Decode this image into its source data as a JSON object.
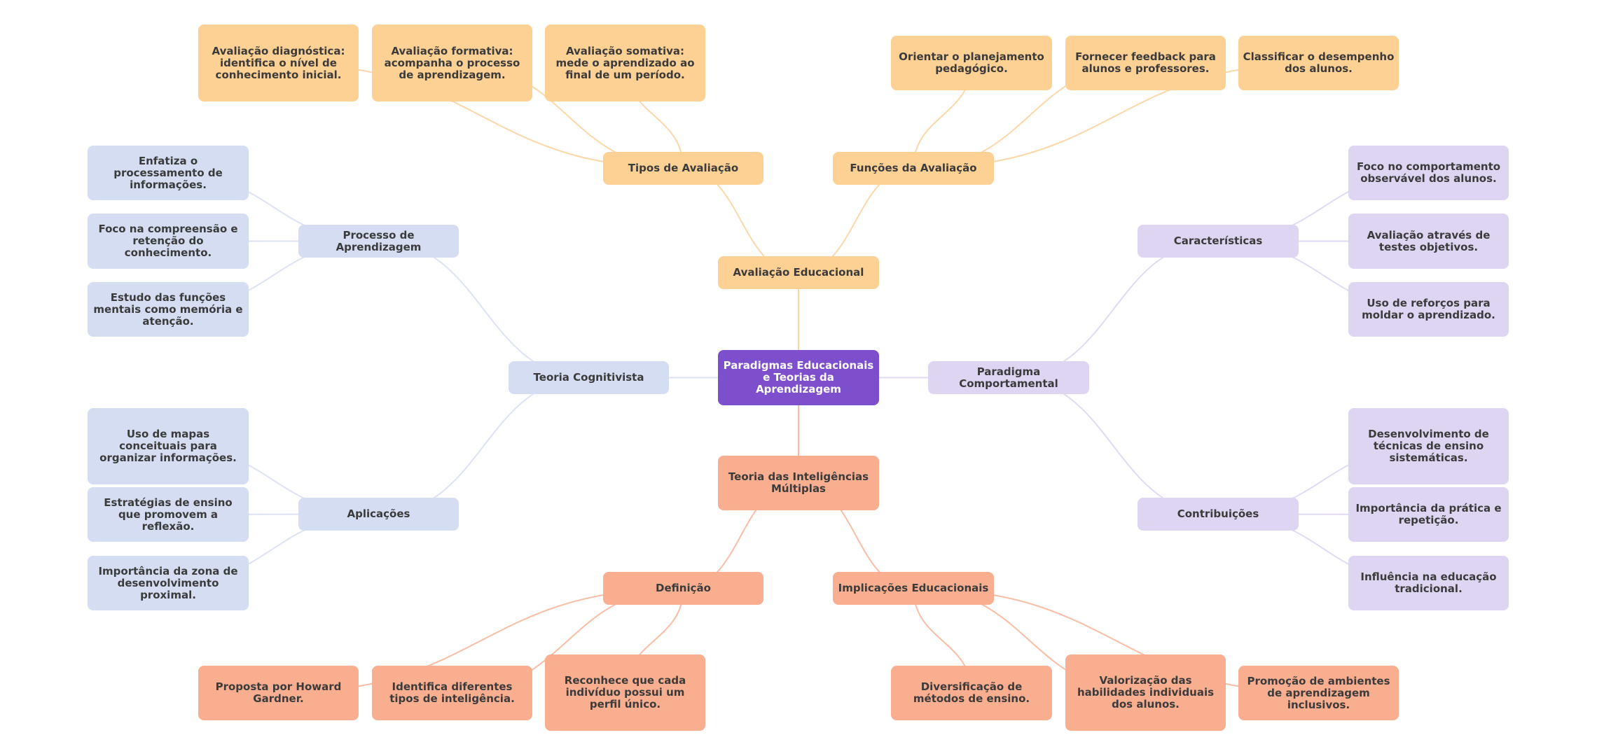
{
  "colors": {
    "root": "#7E4FCC",
    "orange": "#FDD094",
    "orange_edge": "#FCD7A8",
    "blue": "#D5DDF2",
    "blue_edge": "#DDE3F4",
    "purple": "#DED5F2",
    "purple_edge": "#E2DAF4",
    "salmon": "#F9AE8F",
    "salmon_edge": "#F9BDA3"
  },
  "root": {
    "label": "Paradigmas Educacionais e Teorias da Aprendizagem"
  },
  "branches": {
    "avaliacao": {
      "label": "Avaliação Educacional",
      "tipos": {
        "label": "Tipos de Avaliação",
        "leaves": [
          "Avaliação diagnóstica: identifica o nível de conhecimento inicial.",
          "Avaliação formativa: acompanha o processo de aprendizagem.",
          "Avaliação somativa: mede o aprendizado ao final de um período."
        ]
      },
      "funcoes": {
        "label": "Funções da Avaliação",
        "leaves": [
          "Orientar o planejamento pedagógico.",
          "Fornecer feedback para alunos e professores.",
          "Classificar o desempenho dos alunos."
        ]
      }
    },
    "cognitivista": {
      "label": "Teoria Cognitivista",
      "processo": {
        "label": "Processo de Aprendizagem",
        "leaves": [
          "Enfatiza o processamento de informações.",
          "Foco na compreensão e retenção do conhecimento.",
          "Estudo das funções mentais como memória e atenção."
        ]
      },
      "aplicacoes": {
        "label": "Aplicações",
        "leaves": [
          "Uso de mapas conceituais para organizar informações.",
          "Estratégias de ensino que promovem a reflexão.",
          "Importância da zona de desenvolvimento proximal."
        ]
      }
    },
    "comportamental": {
      "label": "Paradigma Comportamental",
      "caracteristicas": {
        "label": "Características",
        "leaves": [
          "Foco no comportamento observável dos alunos.",
          "Avaliação através de testes objetivos.",
          "Uso de reforços para moldar o aprendizado."
        ]
      },
      "contribuicoes": {
        "label": "Contribuições",
        "leaves": [
          "Desenvolvimento de técnicas de ensino sistemáticas.",
          "Importância da prática e repetição.",
          "Influência na educação tradicional."
        ]
      }
    },
    "inteligencias": {
      "label": "Teoria das Inteligências Múltiplas",
      "definicao": {
        "label": "Definição",
        "leaves": [
          "Proposta por Howard Gardner.",
          "Identifica diferentes tipos de inteligência.",
          "Reconhece que cada indivíduo possui um perfil único."
        ]
      },
      "implicacoes": {
        "label": "Implicações Educacionais",
        "leaves": [
          "Diversificação de métodos de ensino.",
          "Valorização das habilidades individuais dos alunos.",
          "Promoção de ambientes de aprendizagem inclusivos."
        ]
      }
    }
  }
}
